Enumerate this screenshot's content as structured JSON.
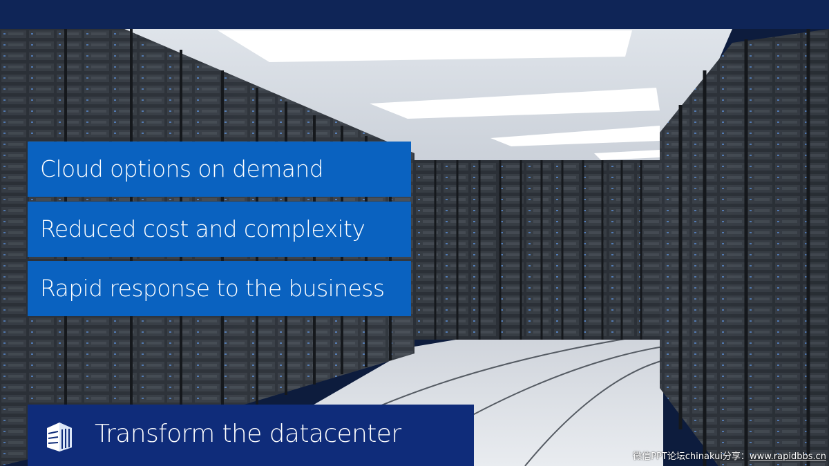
{
  "slide": {
    "bullets": [
      "Cloud options on demand",
      "Reduced cost and complexity",
      "Rapid response to the business"
    ],
    "banner": {
      "icon": "datacenter-building-icon",
      "title": "Transform the datacenter"
    },
    "watermark": {
      "prefix": "微信PPT论坛chinakui分享：",
      "url": "www.rapidbbs.cn"
    }
  },
  "colors": {
    "top_bar": "#0f2557",
    "bullet_box": "#0a62c0",
    "banner": "#0f2c7a",
    "text": "#ffffff"
  }
}
